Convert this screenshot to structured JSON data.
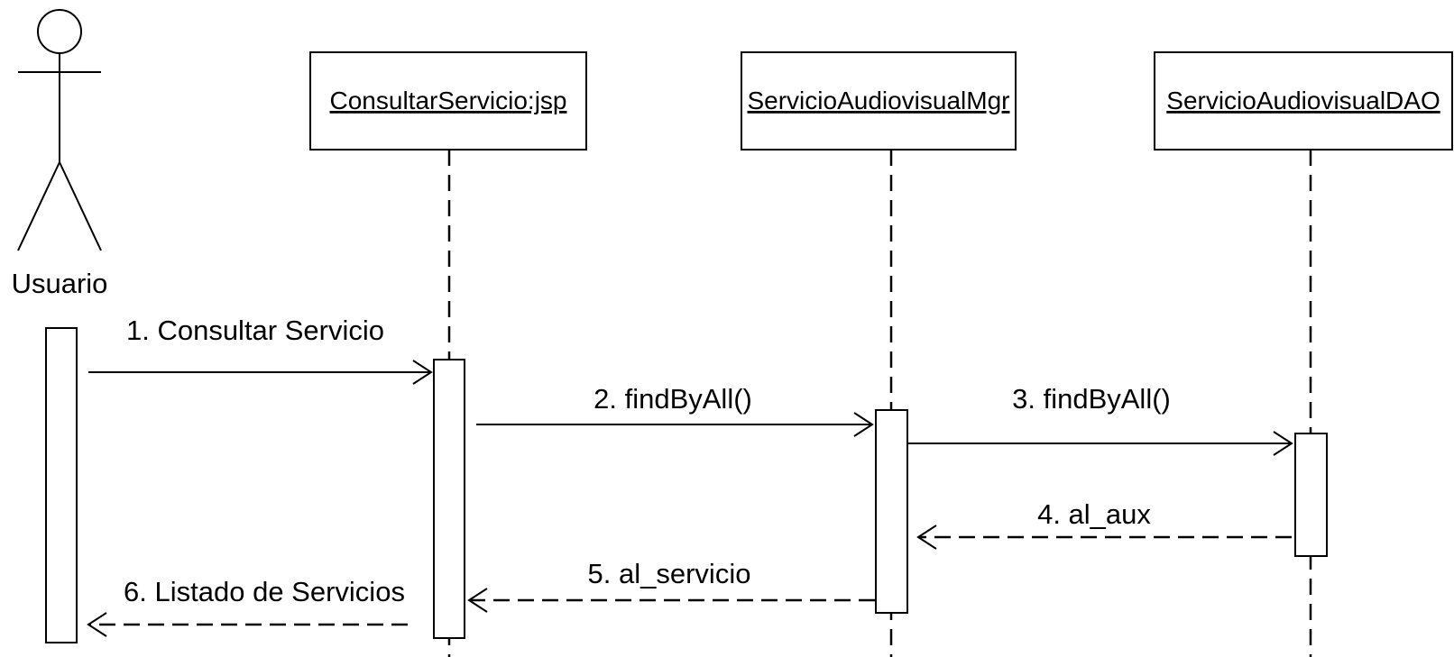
{
  "actor": {
    "name": "Usuario"
  },
  "objects": [
    {
      "name": "ConsultarServicio:jsp"
    },
    {
      "name": "ServicioAudiovisualMgr"
    },
    {
      "name": "ServicioAudiovisualDAO"
    }
  ],
  "messages": [
    {
      "label": "1. Consultar Servicio",
      "kind": "call"
    },
    {
      "label": "2. findByAll()",
      "kind": "call"
    },
    {
      "label": "3. findByAll()",
      "kind": "call"
    },
    {
      "label": "4. al_aux",
      "kind": "return"
    },
    {
      "label": "5. al_servicio",
      "kind": "return"
    },
    {
      "label": "6. Listado de Servicios",
      "kind": "return"
    }
  ]
}
